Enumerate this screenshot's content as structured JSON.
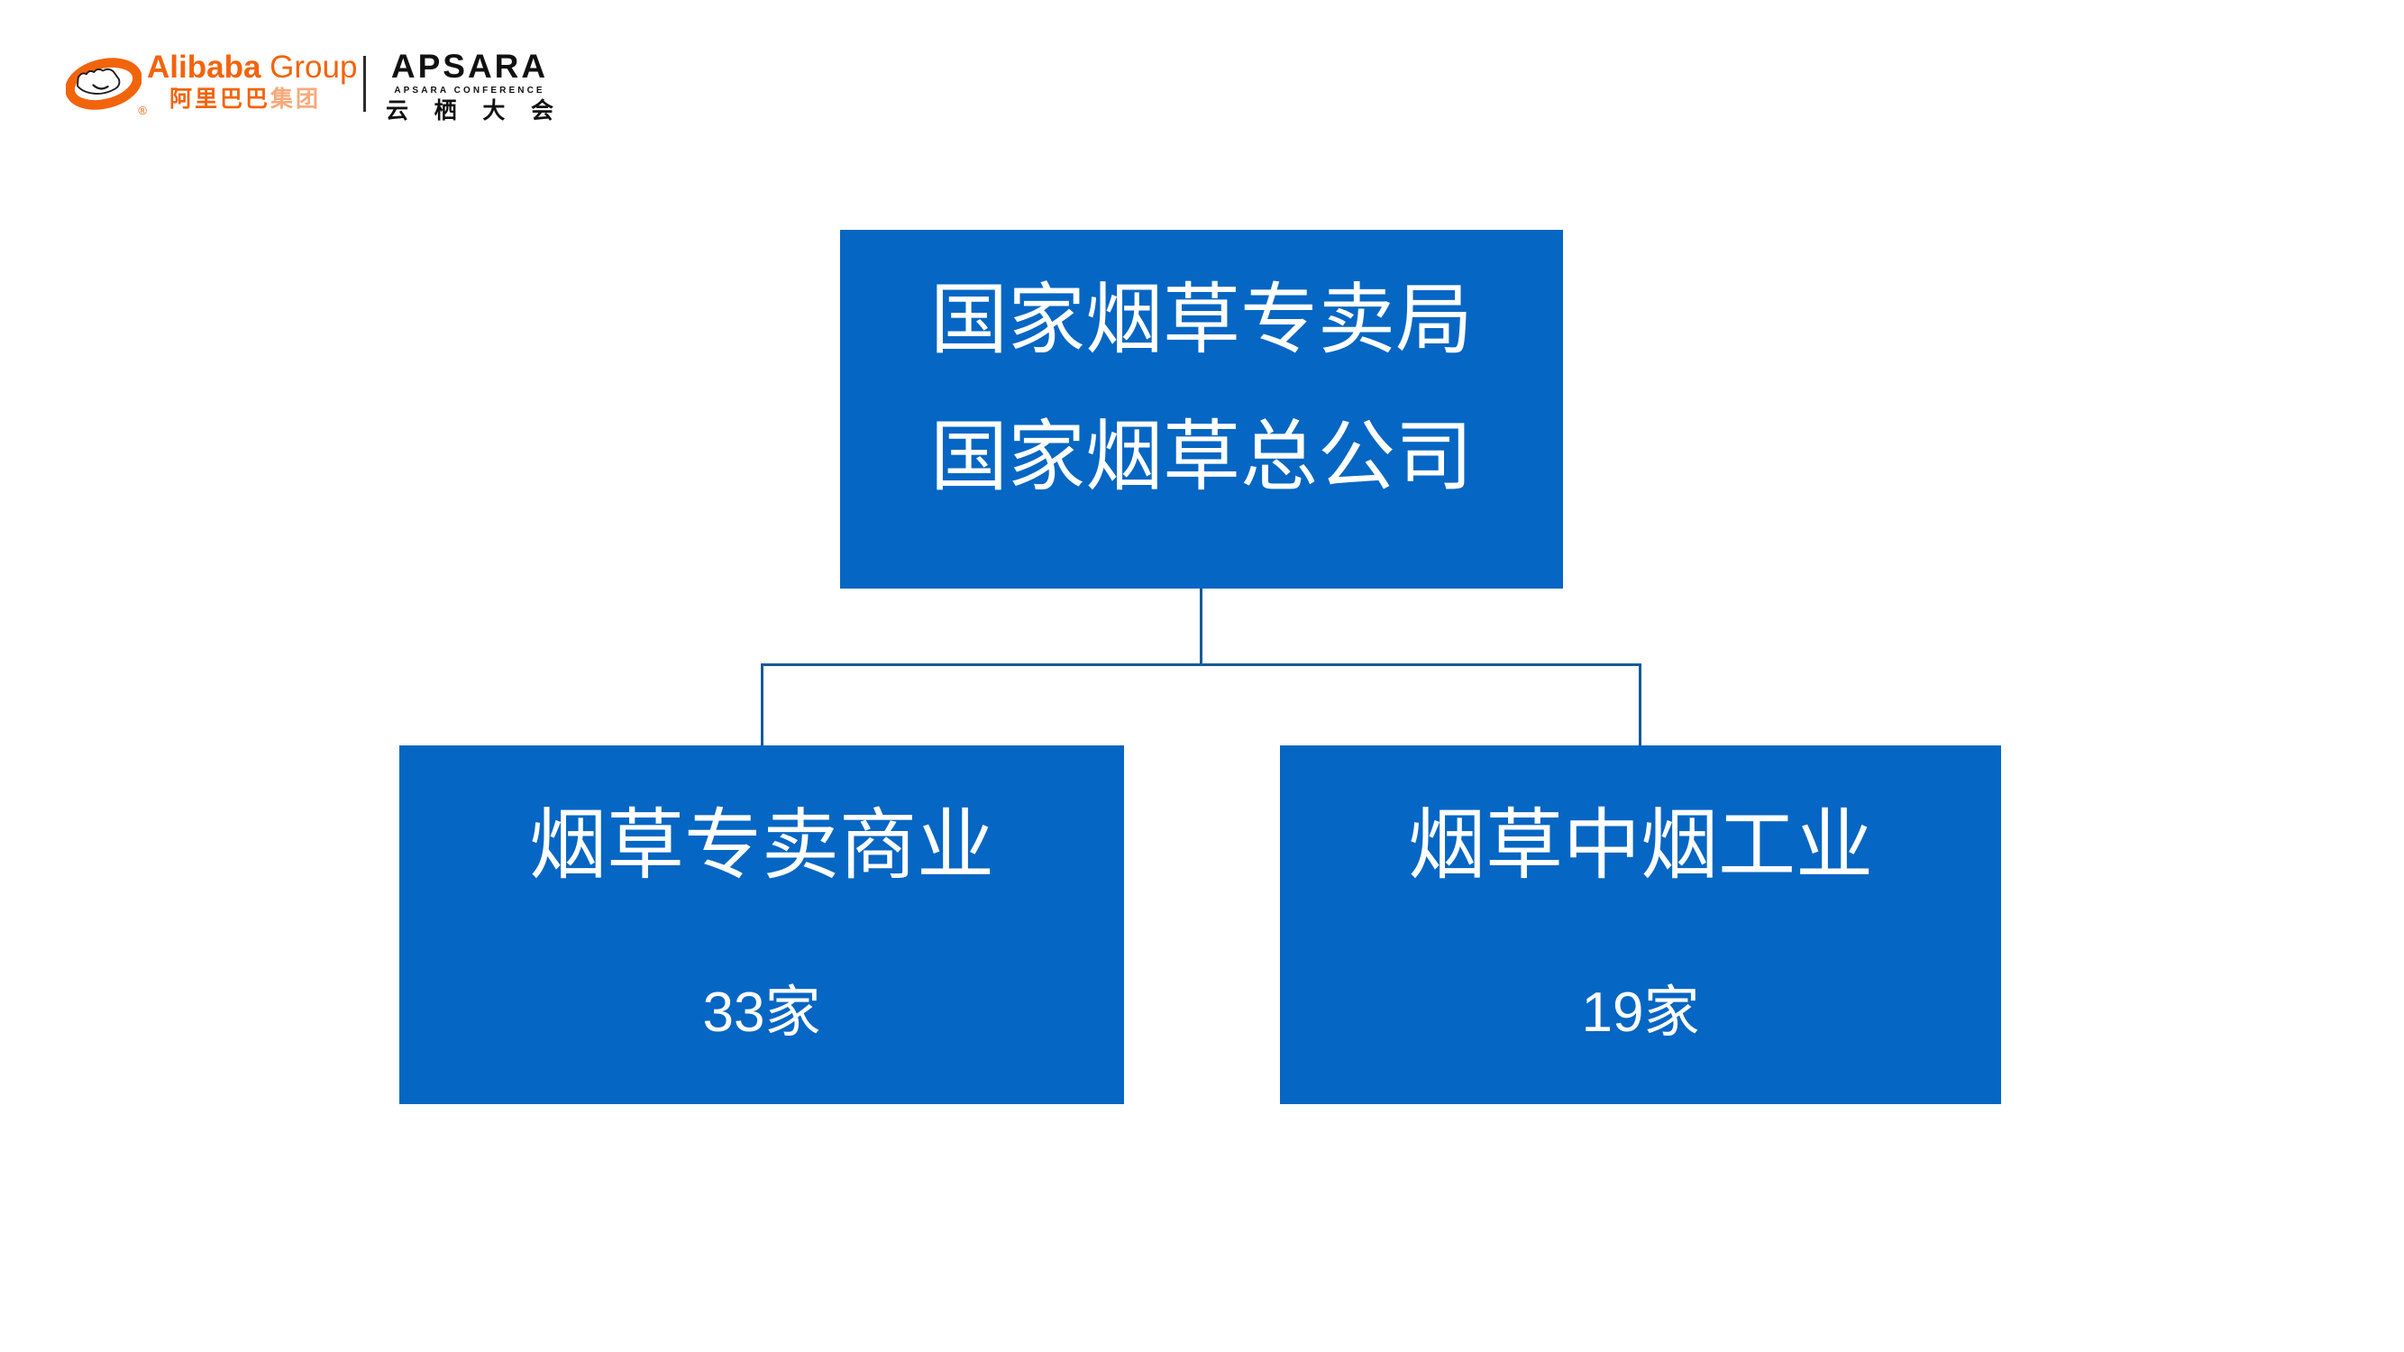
{
  "colors": {
    "background": "#FFFFFF",
    "node_fill": "#0666C3",
    "connector": "#175A99",
    "brand_orange": "#F2640C",
    "logo_black": "#111111"
  },
  "header": {
    "alibaba_logo": {
      "icon": "alibaba-smiley-face-icon",
      "name_en_bold": "Alibaba",
      "name_en_light": "Group",
      "registered_mark": "®",
      "name_cn_bold": "阿里巴巴",
      "name_cn_light": "集团"
    },
    "apsara_logo": {
      "wordmark": "APSARA",
      "subtitle": "APSARA CONFERENCE",
      "name_cn": "云栖大会"
    }
  },
  "org_chart": {
    "root": {
      "line1": "国家烟草专卖局",
      "line2": "国家烟草总公司"
    },
    "children": [
      {
        "title": "烟草专卖商业",
        "count": "33家"
      },
      {
        "title": "烟草中烟工业",
        "count": "19家"
      }
    ]
  }
}
